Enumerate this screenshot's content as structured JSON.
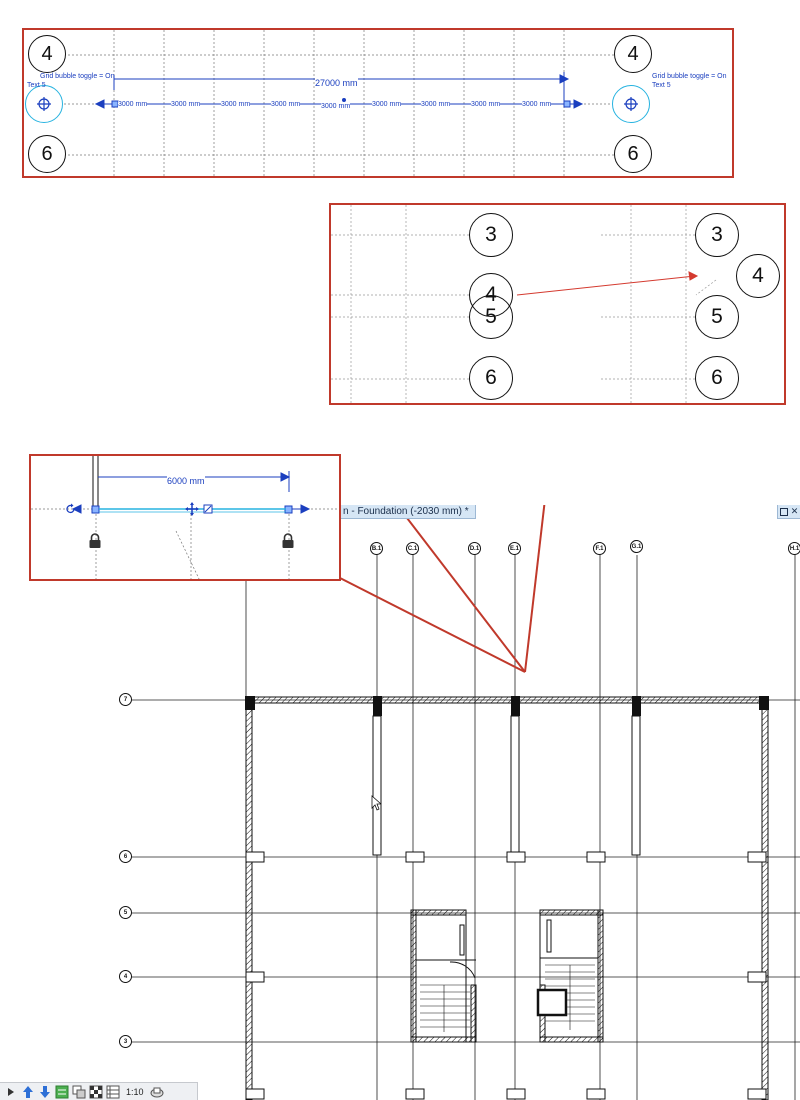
{
  "view_tab": {
    "title": "n - Foundation (-2030 mm) *"
  },
  "window_buttons": {
    "restore": "□",
    "close": "✕"
  },
  "colors": {
    "callout_border": "#c0392b",
    "dimension": "#1b3fbf",
    "selection": "#27b3e0",
    "grid_line": "#111111"
  },
  "callout_top": {
    "bubbles": {
      "top_left": "4",
      "top_right": "4",
      "bottom_left": "6",
      "bottom_right": "6"
    },
    "left_label_line1": "Grid bubble toggle = On",
    "left_label_line2": "Text 5",
    "right_label_line1": "Grid bubble toggle = On",
    "right_label_line2": "Text 5",
    "overall_dimension": "27000 mm",
    "segment_dimensions": [
      "3000 mm",
      "3000 mm",
      "3000 mm",
      "3000 mm",
      "3000 mm",
      "3000 mm",
      "3000 mm",
      "3000 mm",
      "3000 mm"
    ],
    "selected_bubble_icon": "move-handle-icon"
  },
  "callout_right": {
    "left_col": [
      "3",
      "4",
      "5",
      "6"
    ],
    "right_col": [
      "3",
      "4",
      "5",
      "6"
    ]
  },
  "callout_left": {
    "dimension": "6000 mm",
    "lock_icon": "lock-icon",
    "move_icon": "move-cross-icon",
    "rotate_icon": "rotate-icon"
  },
  "plan": {
    "vertical_grids": [
      "B.1",
      "C.1",
      "D.1",
      "E.1",
      "F.1",
      "G.1",
      "H.1"
    ],
    "horizontal_grids": [
      "7",
      "6",
      "5",
      "4",
      "3"
    ]
  },
  "statusbar": {
    "scale": "1:10",
    "icons": [
      "expand-arrow-icon",
      "up-arrow-icon",
      "down-arrow-icon",
      "detail-level-icon",
      "visual-style-icon",
      "shadows-icon",
      "crop-icon",
      "render-icon"
    ]
  }
}
